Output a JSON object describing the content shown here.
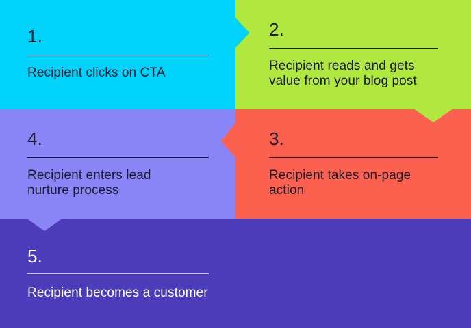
{
  "diagram": {
    "type": "flow",
    "steps": [
      {
        "number": "1.",
        "label": "Recipient clicks on CTA",
        "color": "#00D3FB",
        "text_color": "#1B1B2B",
        "divider_color": "#1B1B2B"
      },
      {
        "number": "2.",
        "label": "Recipient reads and gets value from your blog post",
        "color": "#B1E840",
        "text_color": "#1B1B2B",
        "divider_color": "#1B1B2B"
      },
      {
        "number": "3.",
        "label": "Recipient takes on-page action",
        "color": "#FC6150",
        "text_color": "#1B1B2B",
        "divider_color": "#1B1B2B"
      },
      {
        "number": "4.",
        "label": "Recipient enters lead nurture process",
        "color": "#8985F6",
        "text_color": "#1B1B2B",
        "divider_color": "#1B1B2B"
      },
      {
        "number": "5.",
        "label": "Recipient becomes a customer",
        "color": "#4C3CB9",
        "text_color": "#FFFFFF",
        "divider_color": "rgba(255,255,255,0.7)"
      }
    ],
    "arrows": [
      {
        "name": "arrow-step-1-to-2",
        "direction": "right",
        "color": "#00D3FB"
      },
      {
        "name": "arrow-step-2-to-3",
        "direction": "down",
        "color": "#B1E840"
      },
      {
        "name": "arrow-step-3-to-4",
        "direction": "left",
        "color": "#FC6150"
      },
      {
        "name": "arrow-step-4-to-5",
        "direction": "down",
        "color": "#8985F6"
      }
    ]
  }
}
